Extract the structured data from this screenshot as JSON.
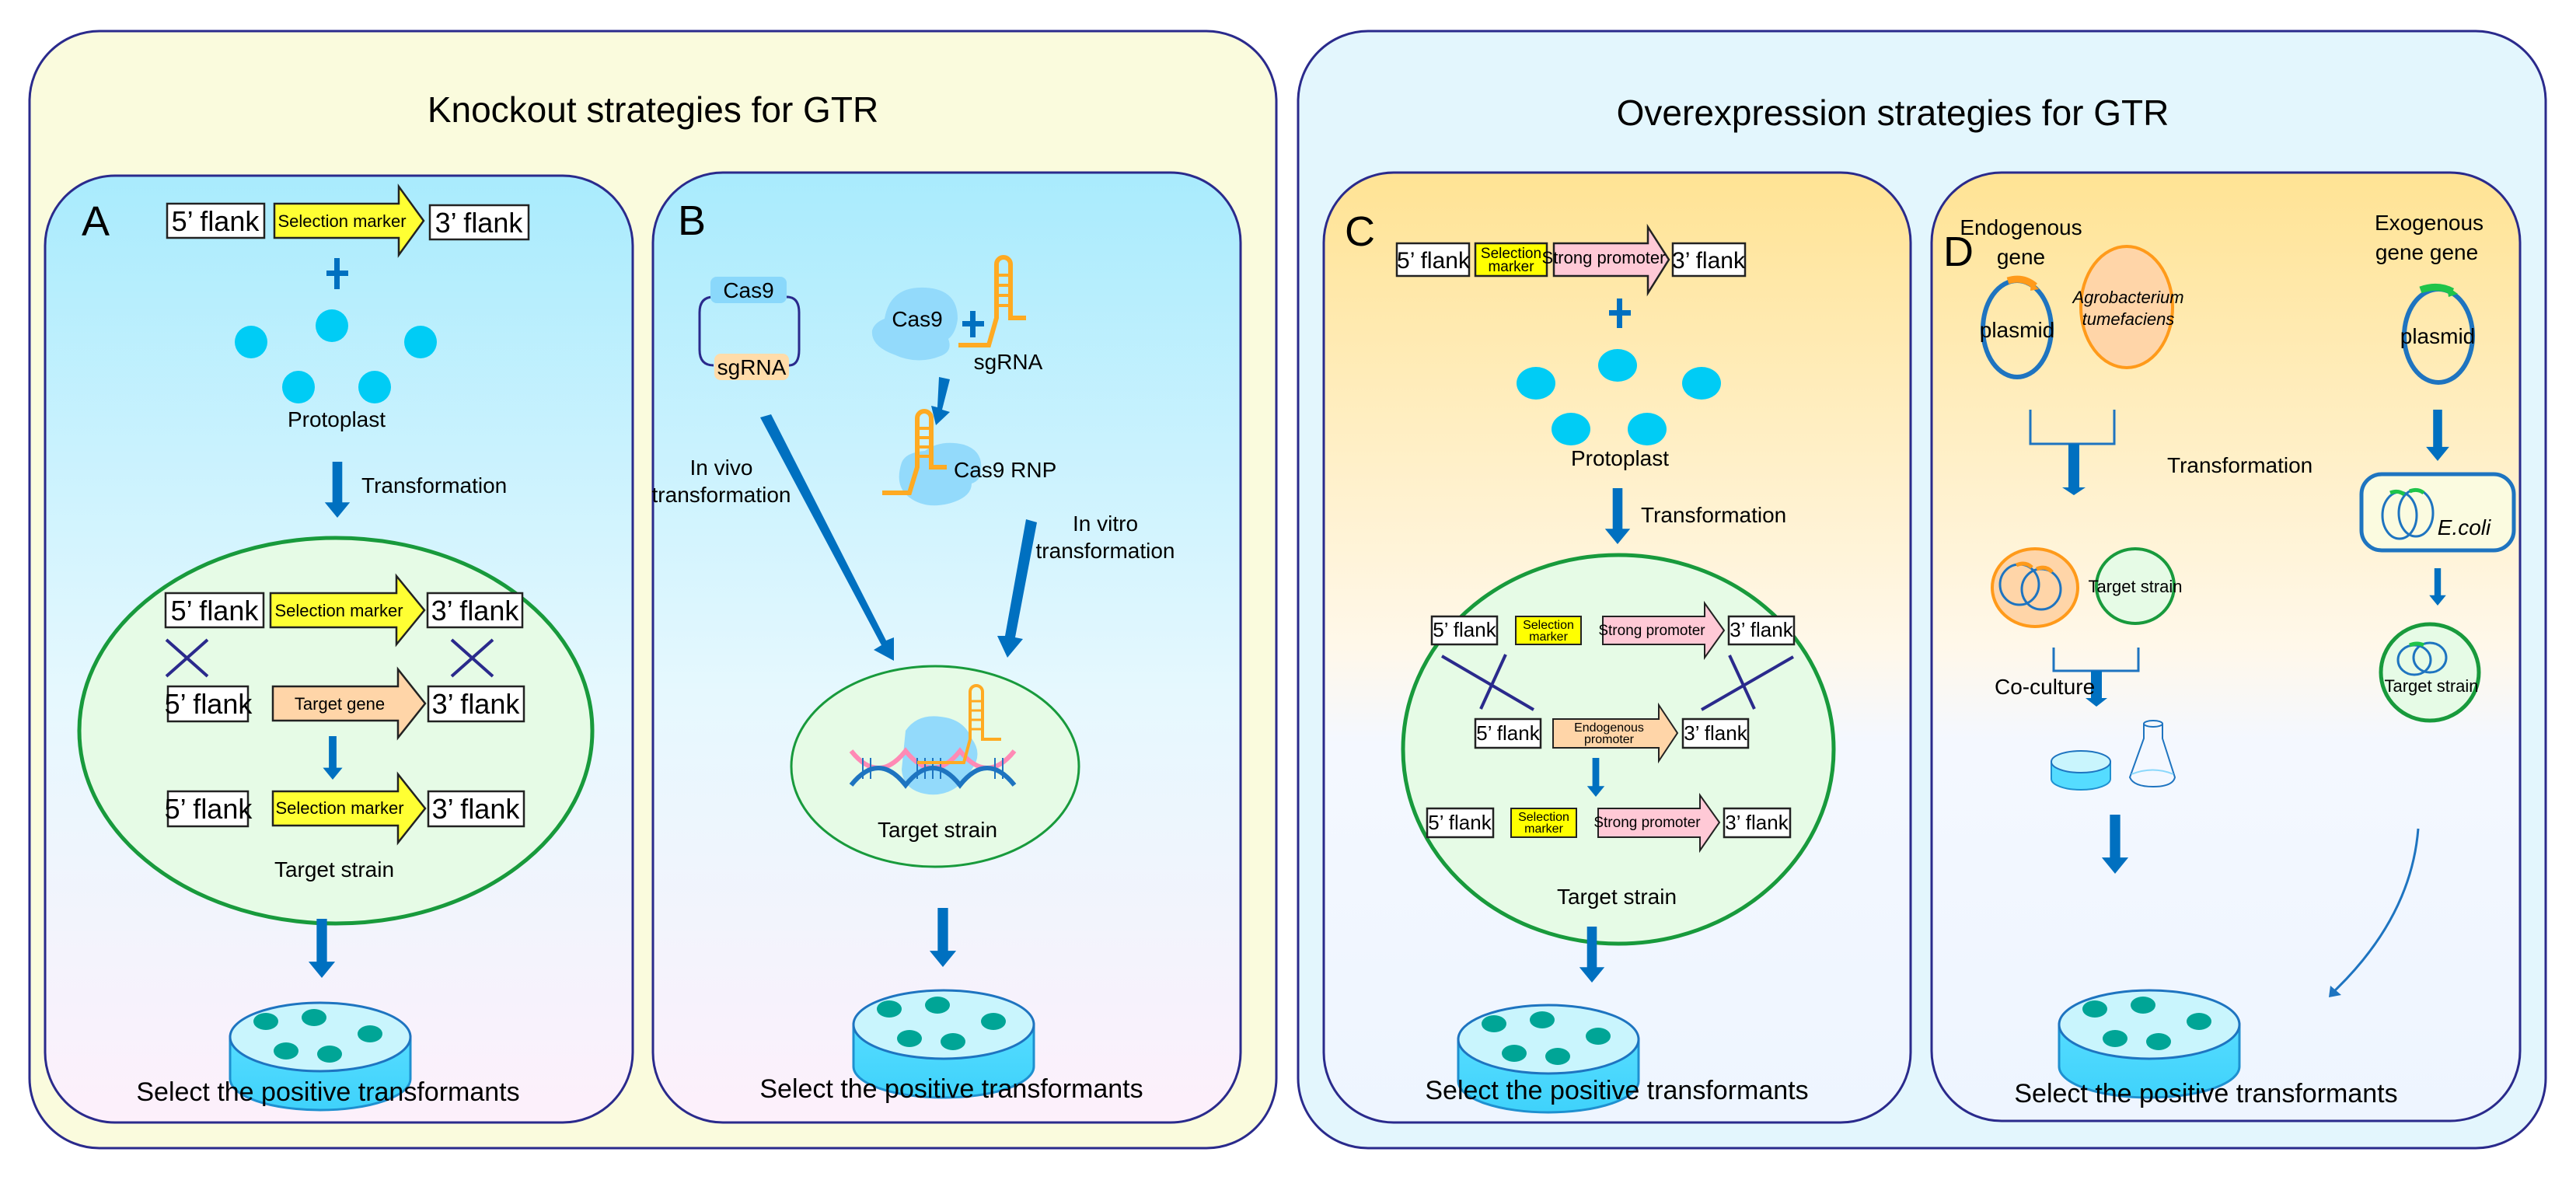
{
  "figure": {
    "left_section": {
      "title": "Knockout strategies for GTR",
      "background": "#fafbdd"
    },
    "right_section": {
      "title": "Overexpression strategies for GTR",
      "background": "#e3f6fd"
    },
    "panel_a": {
      "letter": "A",
      "construct": {
        "flank5": "5’ flank",
        "marker": "Selection marker",
        "flank3": "3’ flank"
      },
      "protoplast_label": "Protoplast",
      "step_label": "Transformation",
      "cell": {
        "row1": {
          "flank5": "5’ flank",
          "marker": "Selection marker",
          "flank3": "3’ flank"
        },
        "row2": {
          "flank5": "5’ flank",
          "gene": "Target gene",
          "flank3": "3’ flank"
        },
        "row3": {
          "flank5": "5’ flank",
          "marker": "Selection marker",
          "flank3": "3’ flank"
        },
        "label": "Target strain"
      },
      "bottom_label": "Select the positive transformants"
    },
    "panel_b": {
      "letter": "B",
      "plasmid_cas9": "Cas9",
      "plasmid_sgrna": "sgRNA",
      "protein_cas9": "Cas9",
      "sgrna_label": "sgRNA",
      "rnp_label": "Cas9 RNP",
      "in_vivo": [
        "In vivo",
        "transformation"
      ],
      "in_vitro": [
        "In vitro",
        "transformation"
      ],
      "cell_label": "Target strain",
      "bottom_label": "Select the positive transformants"
    },
    "panel_c": {
      "letter": "C",
      "construct": {
        "flank5": "5’ flank",
        "marker": [
          "Selection",
          "marker"
        ],
        "promoter": "Strong promoter",
        "flank3": "3’ flank"
      },
      "protoplast_label": "Protoplast",
      "step_label": "Transformation",
      "cell": {
        "row1": {
          "flank5": "5’ flank",
          "marker": [
            "Selection",
            "marker"
          ],
          "promoter": "Strong promoter",
          "flank3": "3’ flank"
        },
        "row2": {
          "flank5": "5’ flank",
          "promoter": [
            "Endogenous",
            "promoter"
          ],
          "flank3": "3’ flank"
        },
        "row3": {
          "flank5": "5’ flank",
          "marker": [
            "Selection",
            "marker"
          ],
          "promoter": "Strong promoter",
          "flank3": "3’ flank"
        },
        "label": "Target strain"
      },
      "bottom_label": "Select the positive transformants"
    },
    "panel_d": {
      "letter": "D",
      "endogenous_label": [
        "Endogenous",
        "gene"
      ],
      "exogenous_label": [
        "Exogenous",
        "gene gene"
      ],
      "plasmid_label": "plasmid",
      "agro_label": [
        "Agrobacterium",
        "tumefaciens"
      ],
      "transformation_label": "Transformation",
      "ecoli_label": "E.coli",
      "target_strain_label": "Target strain",
      "coculture_label": "Co-culture",
      "bottom_label": "Select the positive transformants"
    },
    "colors": {
      "arrow_blue": "#0070c0",
      "selection_marker": "#ffff33",
      "target_gene": "#ffd5a8",
      "strong_promoter": "#ffc9d6",
      "cell_green": "#189a3c",
      "protoplast": "#00ccf5",
      "sgrna_orange": "#ffaa22",
      "border": "#2a2a8c"
    }
  }
}
